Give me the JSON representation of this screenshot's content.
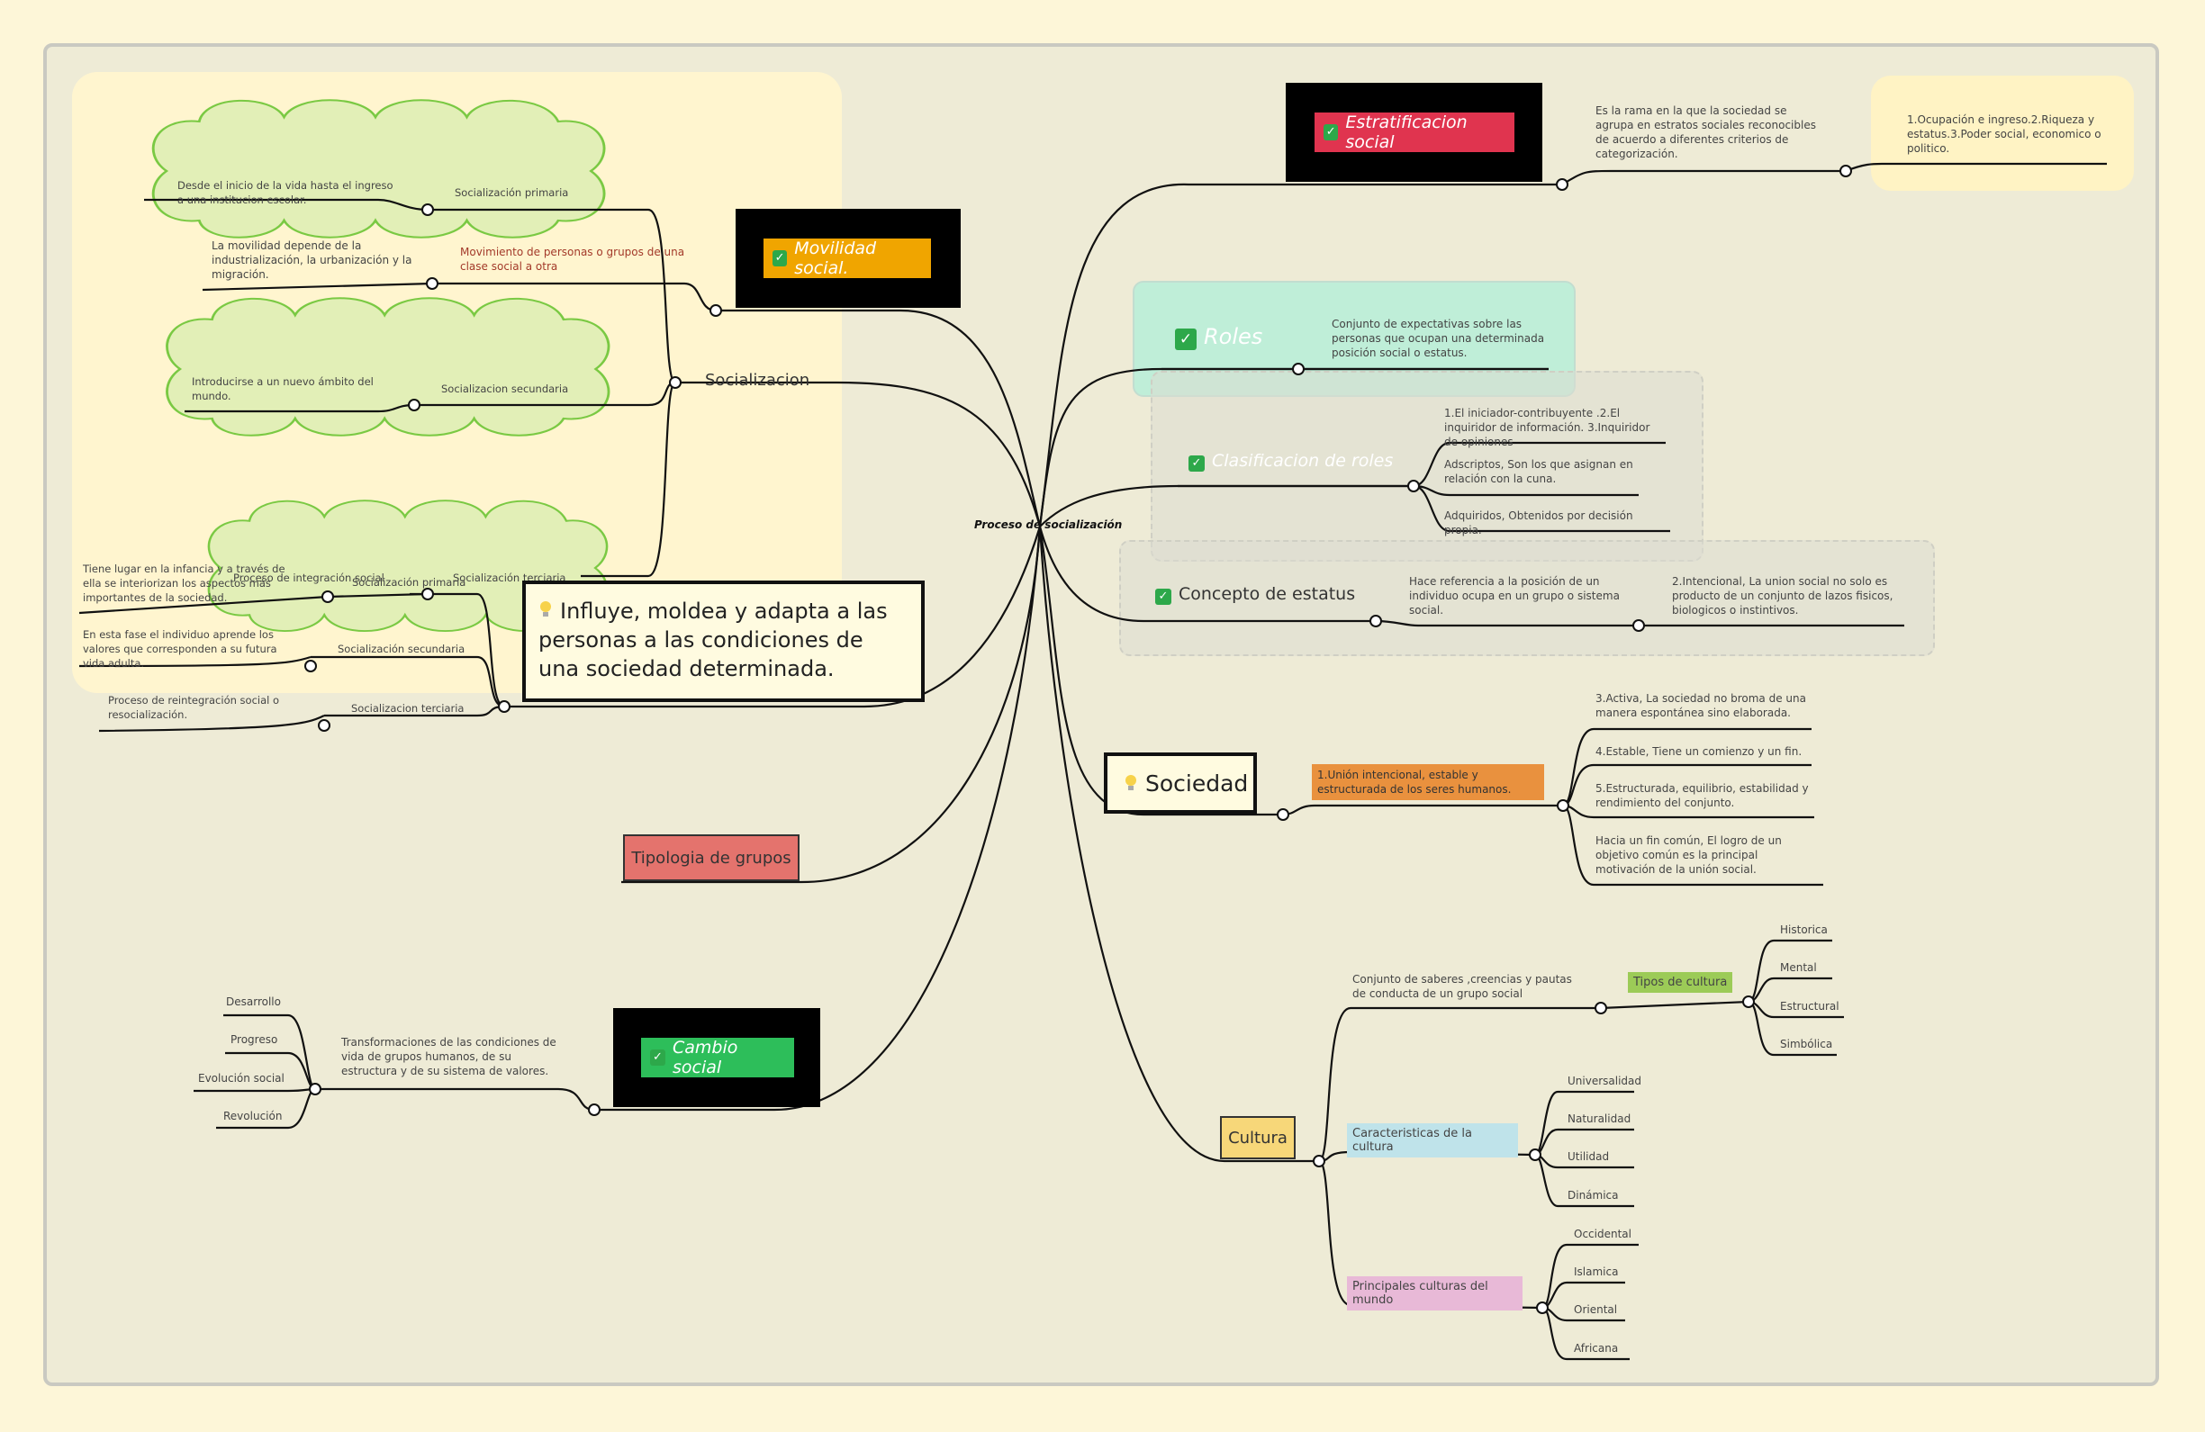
{
  "root": "Proceso de socialización",
  "estratificacion": {
    "title": "Estratificacion social",
    "desc": "Es la rama en la que la sociedad se agrupa en estratos sociales reconocibles de acuerdo a diferentes criterios de categorización.",
    "note": "1.Ocupación e ingreso.2.Riqueza y estatus.3.Poder social, economico o politico."
  },
  "roles": {
    "title": "Roles",
    "desc": "Conjunto de expectativas sobre las personas que ocupan una determinada posición social o estatus."
  },
  "clasificacion": {
    "title": "Clasificacion de roles",
    "items": [
      "1.El iniciador-contribuyente .2.El inquiridor de información. 3.Inquiridor de opiniones",
      "Adscriptos, Son los que asignan en relación con la cuna.",
      "Adquiridos, Obtenidos por decisión propia."
    ]
  },
  "estatus": {
    "title": "Concepto de estatus",
    "desc": "Hace referencia a la posición de un individuo ocupa en un grupo o sistema social.",
    "desc2": "2.Intencional, La union social no solo es producto de un conjunto de lazos fisicos, biologicos o instintivos."
  },
  "sociedad": {
    "title": "Sociedad",
    "def": "1.Unión intencional, estable y estructurada de los seres humanos.",
    "items": [
      "3.Activa, La sociedad no broma de una manera espontánea sino elaborada.",
      "4.Estable, Tiene un comienzo y un fin.",
      "5.Estructurada, equilibrio, estabilidad y rendimiento del conjunto.",
      "Hacia un fin común, El logro de un objetivo común es la principal motivación de la unión social."
    ]
  },
  "cultura": {
    "title": "Cultura",
    "def": "Conjunto de saberes ,creencias y pautas de conducta de un grupo social",
    "tipos_label": "Tipos de cultura",
    "tipos": [
      "Historica",
      "Mental",
      "Estructural",
      "Simbólica"
    ],
    "caract_label": "Caracteristicas de la cultura",
    "caract": [
      "Universalidad",
      "Naturalidad",
      "Utilidad",
      "Dinámica"
    ],
    "princ_label": "Principales culturas del mundo",
    "princ": [
      "Occidental",
      "Islamica",
      "Oriental",
      "Africana"
    ]
  },
  "cambio": {
    "title": "Cambio social",
    "desc": "Transformaciones de las condiciones de vida de grupos humanos, de su estructura y de su sistema de valores.",
    "items": [
      "Desarrollo",
      "Progreso",
      "Evolución social",
      "Revolución"
    ]
  },
  "tipologia": {
    "title": "Tipologia de grupos"
  },
  "movilidad": {
    "title": "Movilidad social.",
    "desc": "Movimiento de personas o grupos de una clase social a otra",
    "sub": "La movilidad depende de la industrialización, la urbanización y la migración."
  },
  "socializacion": {
    "title": "Socializacion",
    "primaria_label": "Socialización primaria",
    "primaria_desc": "Desde el inicio de la vida hasta el ingreso a una institucion escolar.",
    "secundaria_label": "Socializacion secundaria",
    "secundaria_desc": "Introducirse a un nuevo ámbito del mundo.",
    "terciaria_label": "Socialización terciaria",
    "terciaria_desc": "Proceso de integración social"
  },
  "influye": {
    "text": "Influye, moldea y adapta a las personas a las condiciones de una sociedad determinada.",
    "primaria_label": "Socialización primaria",
    "primaria_desc": "Tiene lugar en la infancia y a través de ella se interiorizan los aspectos más importantes de la sociedad.",
    "secundaria_label": "Socialización secundaria",
    "secundaria_desc": "En esta fase el individuo aprende los valores que corresponden a su futura vida adulta.",
    "terciaria_label": "Socializacion terciaria",
    "terciaria_desc": "Proceso de reintegración social o resocialización."
  },
  "colors": {
    "estratificacion": "#e0344f",
    "movilidad": "#f0a500",
    "cambio": "#2dbe5a",
    "roles_bg": "#bfeed8",
    "sociedad_def": "#e9913e",
    "tipologia": "#e4736d",
    "cultura": "#f7d779",
    "tipos": "#9ccb57",
    "caract": "#bfe3ea",
    "princ": "#e8b9d7",
    "cloud": "#e2efb7"
  }
}
